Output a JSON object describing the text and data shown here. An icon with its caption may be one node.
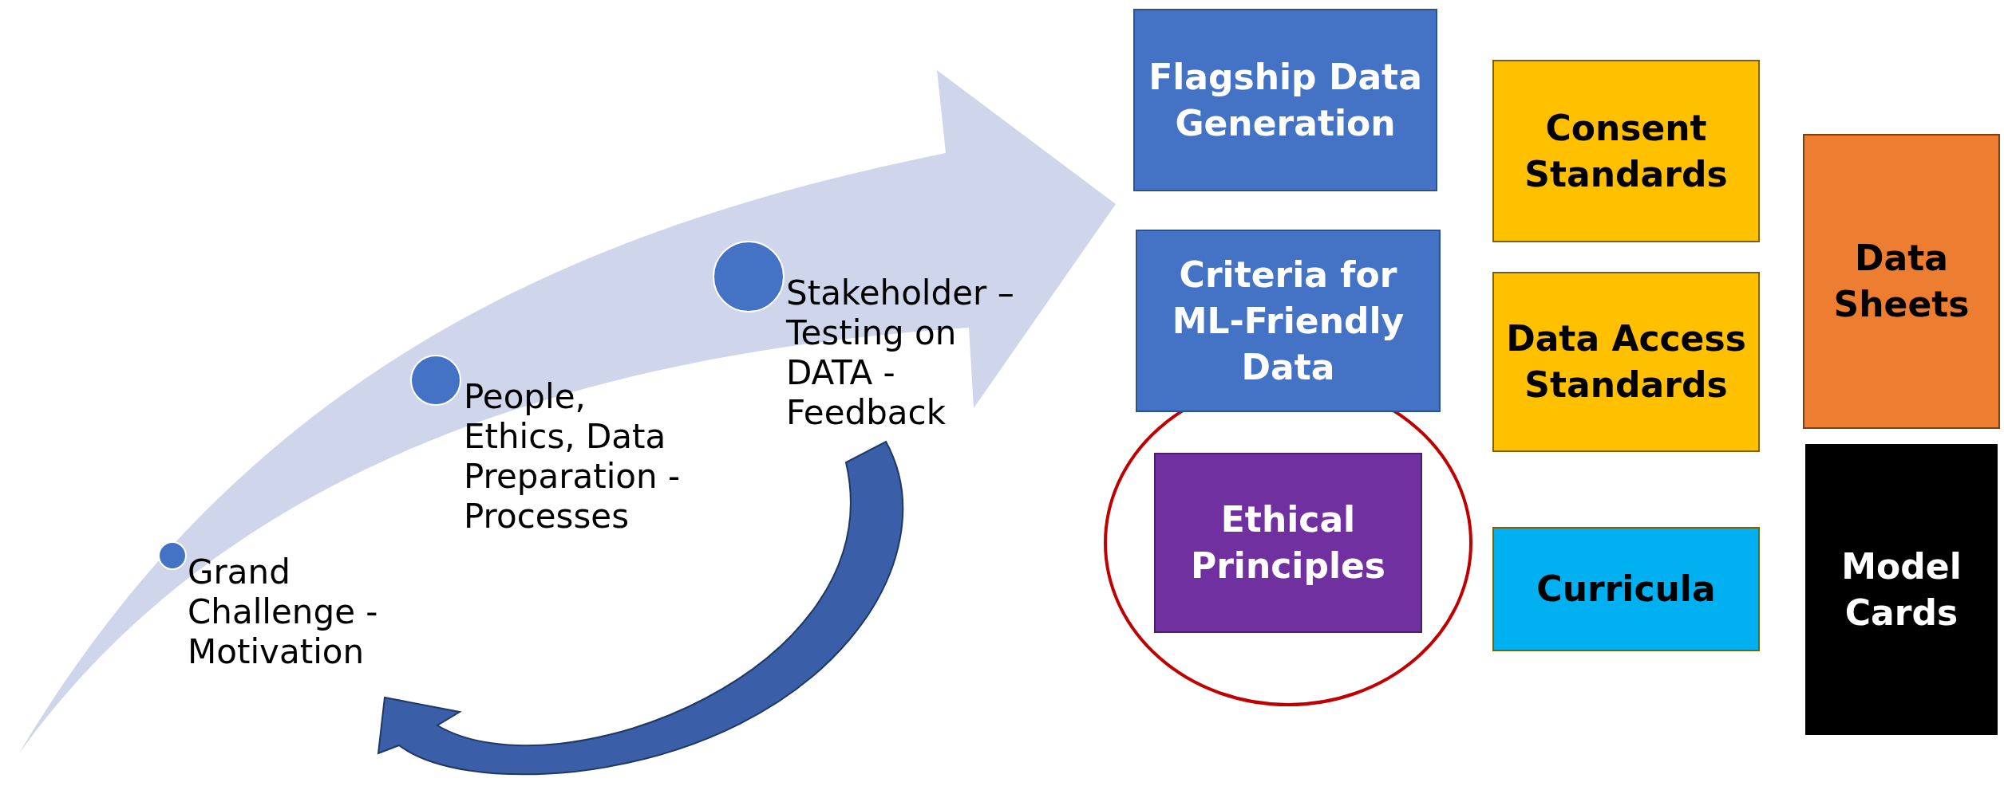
{
  "diagram": {
    "nodes": [
      {
        "text": [
          "Flagship Data Generation"
        ]
      },
      {
        "text": [
          "Criteria for ML-Friendly Data"
        ]
      },
      {
        "text": [
          "Ethical Principles"
        ]
      },
      {
        "text": [
          "Consent Standards"
        ]
      },
      {
        "text": [
          "Data Access Standards"
        ]
      },
      {
        "text": [
          "Curricula"
        ]
      },
      {
        "text": [
          "Data Sheets"
        ]
      },
      {
        "text": [
          "Model Cards"
        ]
      },
      {
        "text": [],
        "shape": "circle",
        "beside": [
          "Grand Challenge - Motivation"
        ]
      },
      {
        "text": [],
        "shape": "circle",
        "beside": [
          "People, Ethics, Data Preparation - Processes"
        ]
      },
      {
        "text": [],
        "shape": "circle",
        "beside": [
          "Stakeholder – Testing on DATA - Feedback"
        ]
      }
    ]
  }
}
